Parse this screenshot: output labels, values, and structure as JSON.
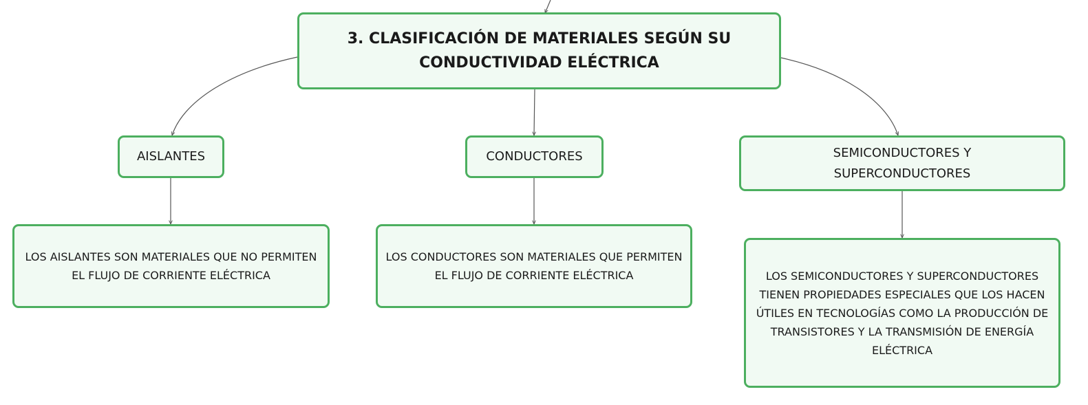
{
  "root": {
    "title": "3. CLASIFICACIÓN DE MATERIALES SEGÚN SU CONDUCTIVIDAD ELÉCTRICA"
  },
  "categories": {
    "aislantes": {
      "label": "AISLANTES",
      "description": "LOS AISLANTES SON MATERIALES QUE NO PERMITEN EL FLUJO DE CORRIENTE ELÉCTRICA"
    },
    "conductores": {
      "label": "CONDUCTORES",
      "description": "LOS CONDUCTORES SON MATERIALES QUE PERMITEN EL FLUJO DE CORRIENTE ELÉCTRICA"
    },
    "semiconductores": {
      "label": "SEMICONDUCTORES Y SUPERCONDUCTORES",
      "description": "LOS SEMICONDUCTORES Y SUPERCONDUCTORES TIENEN PROPIEDADES ESPECIALES QUE LOS HACEN ÚTILES EN TECNOLOGÍAS COMO LA PRODUCCIÓN DE TRANSISTORES Y LA TRANSMISIÓN DE ENERGÍA ELÉCTRICA"
    }
  },
  "colors": {
    "node_border": "#4caf5f",
    "node_fill": "#f1faf3",
    "connector": "#555555"
  }
}
